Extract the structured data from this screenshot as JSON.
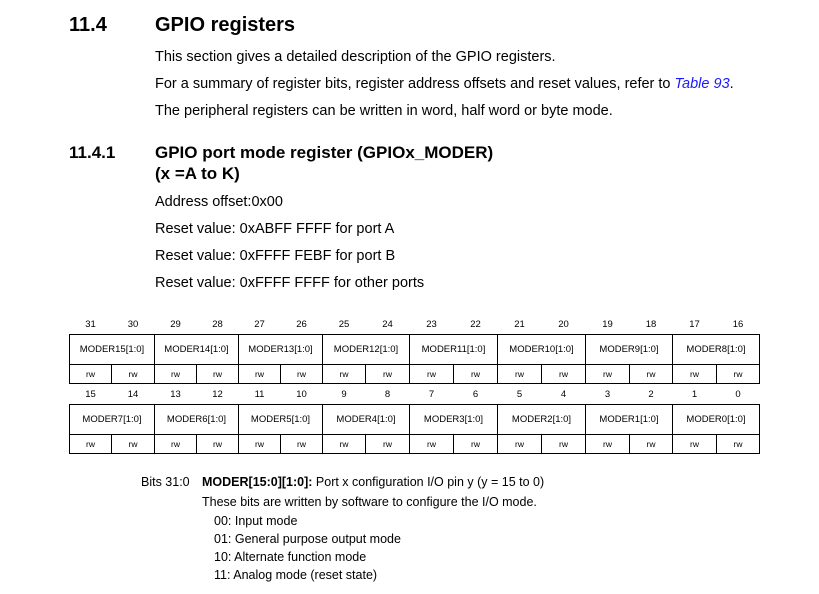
{
  "section": {
    "number": "11.4",
    "title": "GPIO registers",
    "paragraphs": [
      "This section gives a detailed description of the GPIO registers.",
      "For a summary of register bits, register address offsets and reset values, refer to ",
      "The peripheral registers can be written in word, half word or byte mode."
    ],
    "table_link": "Table 93",
    "link_suffix": "."
  },
  "subsection": {
    "number": "11.4.1",
    "title_line1": "GPIO port mode register (GPIOx_MODER)",
    "title_line2": "(x =A to K)",
    "address_offset": "Address offset:0x00",
    "reset_values": [
      "Reset value: 0xABFF FFFF for port A",
      "Reset value: 0xFFFF FEBF for port B",
      "Reset value: 0xFFFF FFFF for other ports"
    ]
  },
  "register": {
    "upper_bits": [
      "31",
      "30",
      "29",
      "28",
      "27",
      "26",
      "25",
      "24",
      "23",
      "22",
      "21",
      "20",
      "19",
      "18",
      "17",
      "16"
    ],
    "upper_fields": [
      "MODER15[1:0]",
      "MODER14[1:0]",
      "MODER13[1:0]",
      "MODER12[1:0]",
      "MODER11[1:0]",
      "MODER10[1:0]",
      "MODER9[1:0]",
      "MODER8[1:0]"
    ],
    "lower_bits": [
      "15",
      "14",
      "13",
      "12",
      "11",
      "10",
      "9",
      "8",
      "7",
      "6",
      "5",
      "4",
      "3",
      "2",
      "1",
      "0"
    ],
    "lower_fields": [
      "MODER7[1:0]",
      "MODER6[1:0]",
      "MODER5[1:0]",
      "MODER4[1:0]",
      "MODER3[1:0]",
      "MODER2[1:0]",
      "MODER1[1:0]",
      "MODER0[1:0]"
    ],
    "access": "rw"
  },
  "description": {
    "bits_label": "Bits 31:0",
    "field_name": "MODER[15:0][1:0]:",
    "field_summary": " Port x configuration I/O pin y (y = 15 to 0)",
    "detail": "These bits are written by software to configure the I/O mode.",
    "modes": [
      "00: Input mode",
      "01: General purpose output mode",
      "10: Alternate function mode",
      "11: Analog mode (reset state)"
    ]
  }
}
